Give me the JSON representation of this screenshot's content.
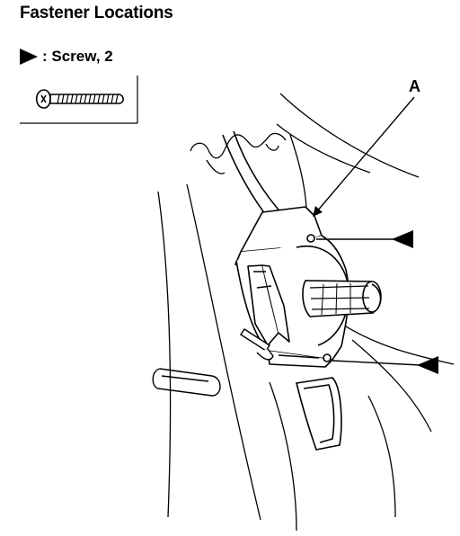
{
  "title": "Fastener Locations",
  "legend": {
    "separator": ": ",
    "fastener": "Screw",
    "count_text": ", 2",
    "symbol_icon": "filled-triangle-pointer-icon",
    "image_icon": "screw-icon"
  },
  "callouts": {
    "part_label": "A"
  },
  "fastener_markers": [
    {
      "name": "upper-screw"
    },
    {
      "name": "lower-screw"
    }
  ]
}
